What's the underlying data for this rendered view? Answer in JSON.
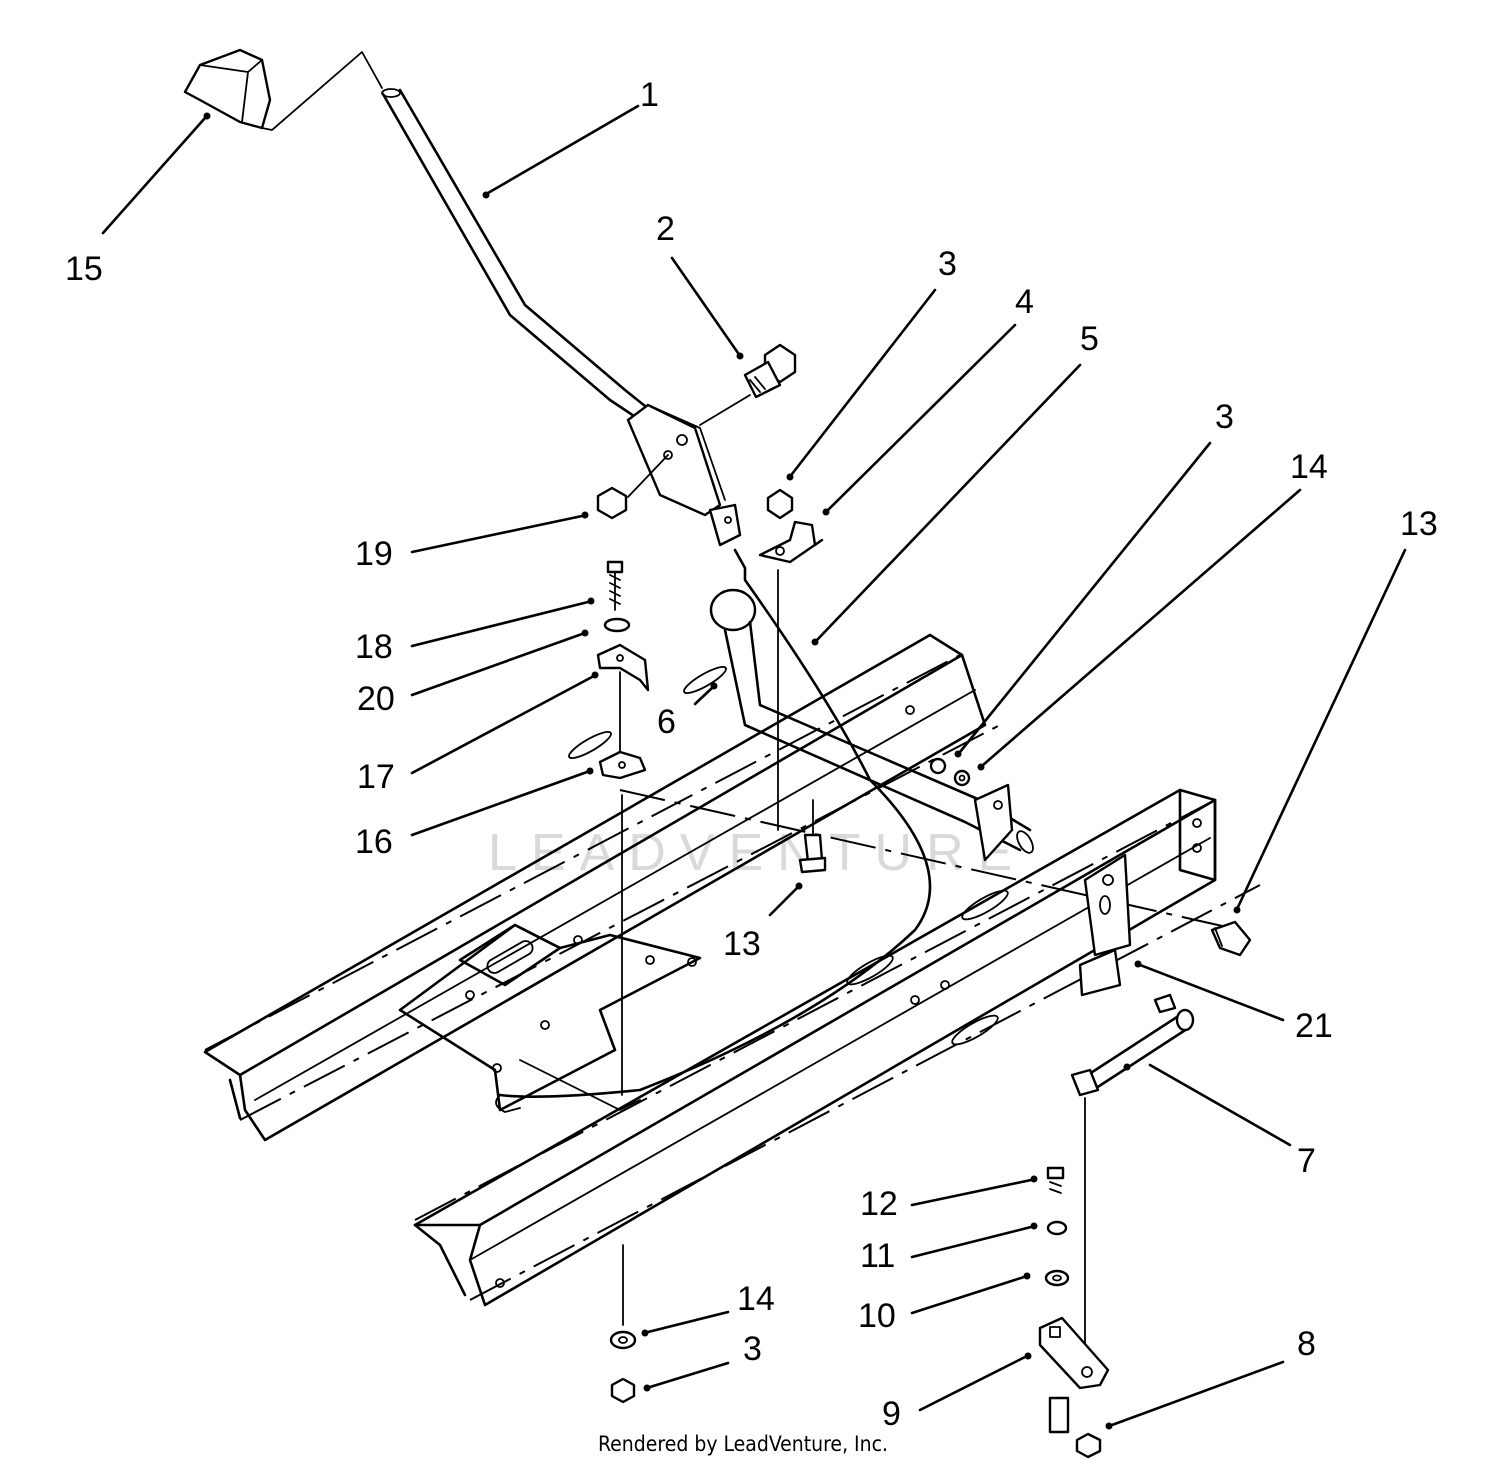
{
  "diagram": {
    "callouts": [
      {
        "id": "c1",
        "text": "1"
      },
      {
        "id": "c2",
        "text": "2"
      },
      {
        "id": "c3a",
        "text": "3"
      },
      {
        "id": "c4",
        "text": "4"
      },
      {
        "id": "c5",
        "text": "5"
      },
      {
        "id": "c3b",
        "text": "3"
      },
      {
        "id": "c14a",
        "text": "14"
      },
      {
        "id": "c13a",
        "text": "13"
      },
      {
        "id": "c15",
        "text": "15"
      },
      {
        "id": "c19",
        "text": "19"
      },
      {
        "id": "c18",
        "text": "18"
      },
      {
        "id": "c20",
        "text": "20"
      },
      {
        "id": "c6",
        "text": "6"
      },
      {
        "id": "c17",
        "text": "17"
      },
      {
        "id": "c16",
        "text": "16"
      },
      {
        "id": "c13b",
        "text": "13"
      },
      {
        "id": "c21",
        "text": "21"
      },
      {
        "id": "c7",
        "text": "7"
      },
      {
        "id": "c12",
        "text": "12"
      },
      {
        "id": "c11",
        "text": "11"
      },
      {
        "id": "c10",
        "text": "10"
      },
      {
        "id": "c14b",
        "text": "14"
      },
      {
        "id": "c3c",
        "text": "3"
      },
      {
        "id": "c8",
        "text": "8"
      },
      {
        "id": "c9",
        "text": "9"
      }
    ],
    "credit": "Rendered by LeadVenture, Inc.",
    "watermark": "LEADVENTURE"
  }
}
